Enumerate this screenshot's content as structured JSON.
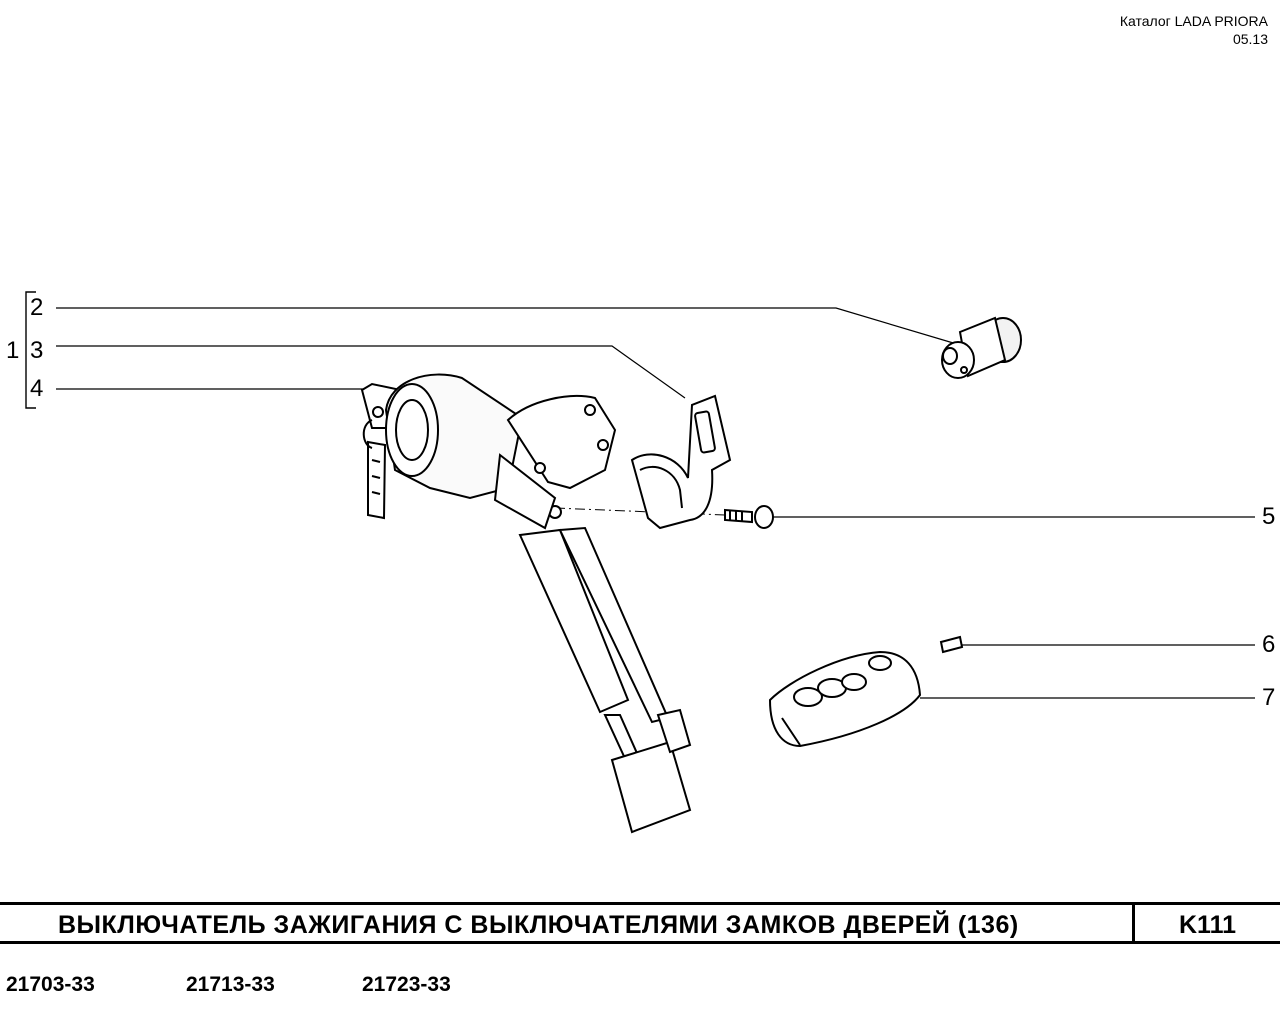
{
  "header": {
    "catalog": "Каталог  LADA  PRIORA",
    "date": "05.13"
  },
  "callouts": {
    "c1": "1",
    "c2": "2",
    "c3": "3",
    "c4": "4",
    "c5": "5",
    "c6": "6",
    "c7": "7"
  },
  "title": {
    "text": "ВЫКЛЮЧАТЕЛЬ  ЗАЖИГАНИЯ  С  ВЫКЛЮЧАТЕЛЯМИ  ЗАМКОВ  ДВЕРЕЙ (136)",
    "code": "K111"
  },
  "models": [
    "21703-33",
    "21713-33",
    "21723-33"
  ]
}
